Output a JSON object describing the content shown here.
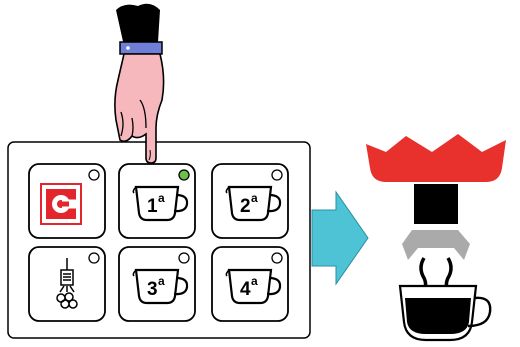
{
  "buttons": [
    {
      "id": "brand",
      "icon": "brand-logo-icon",
      "indicator": "off"
    },
    {
      "id": "cup1",
      "icon": "coffee-cup-icon",
      "number": "1",
      "superscript": "a",
      "indicator": "on"
    },
    {
      "id": "cup2",
      "icon": "coffee-cup-icon",
      "number": "2",
      "superscript": "a",
      "indicator": "off"
    },
    {
      "id": "steam",
      "icon": "steam-nozzle-icon",
      "indicator": "off"
    },
    {
      "id": "cup3",
      "icon": "coffee-cup-icon",
      "number": "3",
      "superscript": "a",
      "indicator": "off"
    },
    {
      "id": "cup4",
      "icon": "coffee-cup-icon",
      "number": "4",
      "superscript": "a",
      "indicator": "off"
    }
  ],
  "colors": {
    "indicator_on": "#6cc04a",
    "indicator_off": "#ffffff",
    "brand_red": "#e3262b",
    "arrow": "#4ec3d6",
    "crown": "#e8302c",
    "group_gray": "#aaaaaa",
    "hand_skin": "#f6b8bd",
    "cuff_blue": "#6f7ed6"
  },
  "icons": [
    "pointing-hand-icon",
    "flow-arrow-icon",
    "espresso-machine-icon",
    "coffee-cup-icon"
  ]
}
